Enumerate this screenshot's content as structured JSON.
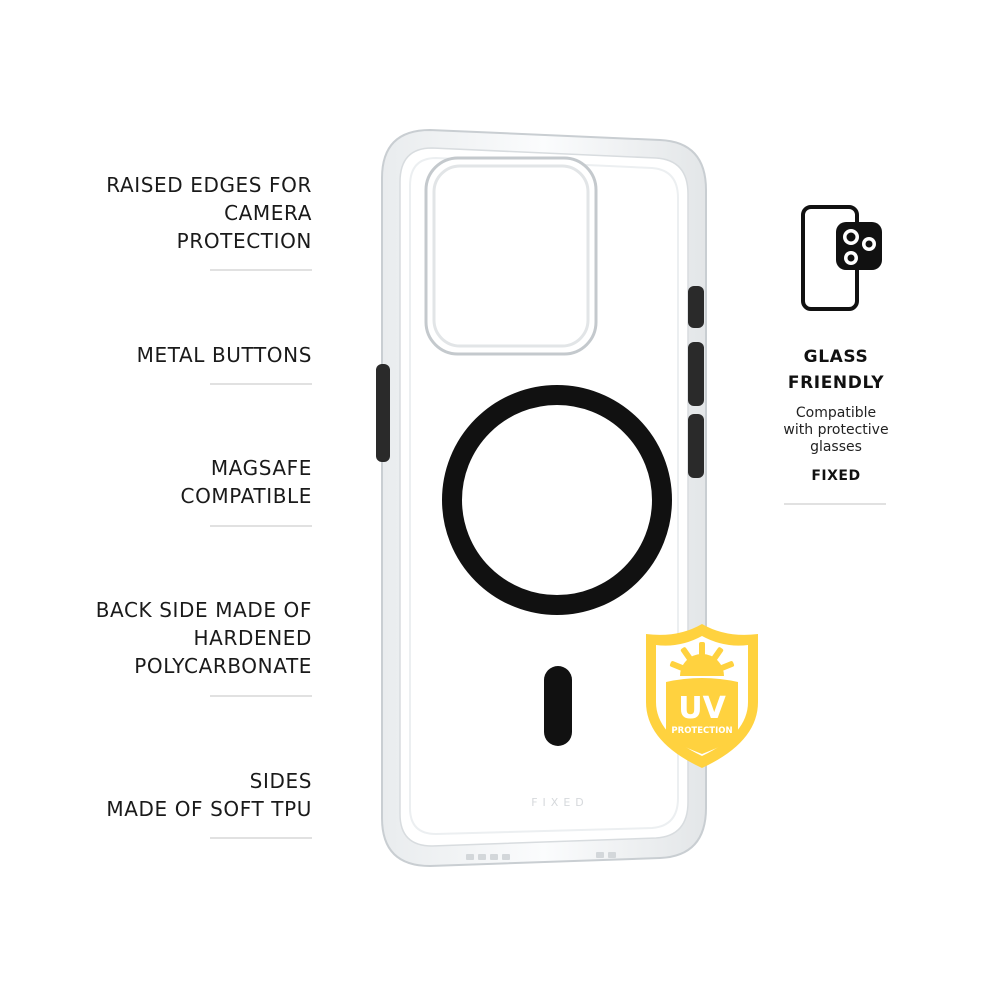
{
  "features": [
    {
      "lines": [
        "RAISED EDGES FOR",
        "CAMERA",
        "PROTECTION"
      ]
    },
    {
      "lines": [
        "METAL BUTTONS"
      ]
    },
    {
      "lines": [
        "MAGSAFE",
        "COMPATIBLE"
      ]
    },
    {
      "lines": [
        "BACK SIDE MADE OF",
        "HARDENED",
        "POLYCARBONATE"
      ]
    },
    {
      "lines": [
        "SIDES",
        "MADE OF SOFT TPU"
      ]
    }
  ],
  "glass_friendly": {
    "title_lines": [
      "GLASS",
      "FRIENDLY"
    ],
    "desc_lines": [
      "Compatible",
      "with protective",
      "glasses"
    ],
    "brand": "FIXED",
    "icon": "phone-with-camera-glass-icon"
  },
  "uv_badge": {
    "title": "UV",
    "subtitle": "PROTECTION",
    "color": "#FFD23F",
    "icon": "sun-shield-icon"
  },
  "case_logo": "FIXED",
  "colors": {
    "ring": "#111111",
    "case_edge": "#cfd3d6",
    "accent_yellow": "#FFD23F"
  }
}
